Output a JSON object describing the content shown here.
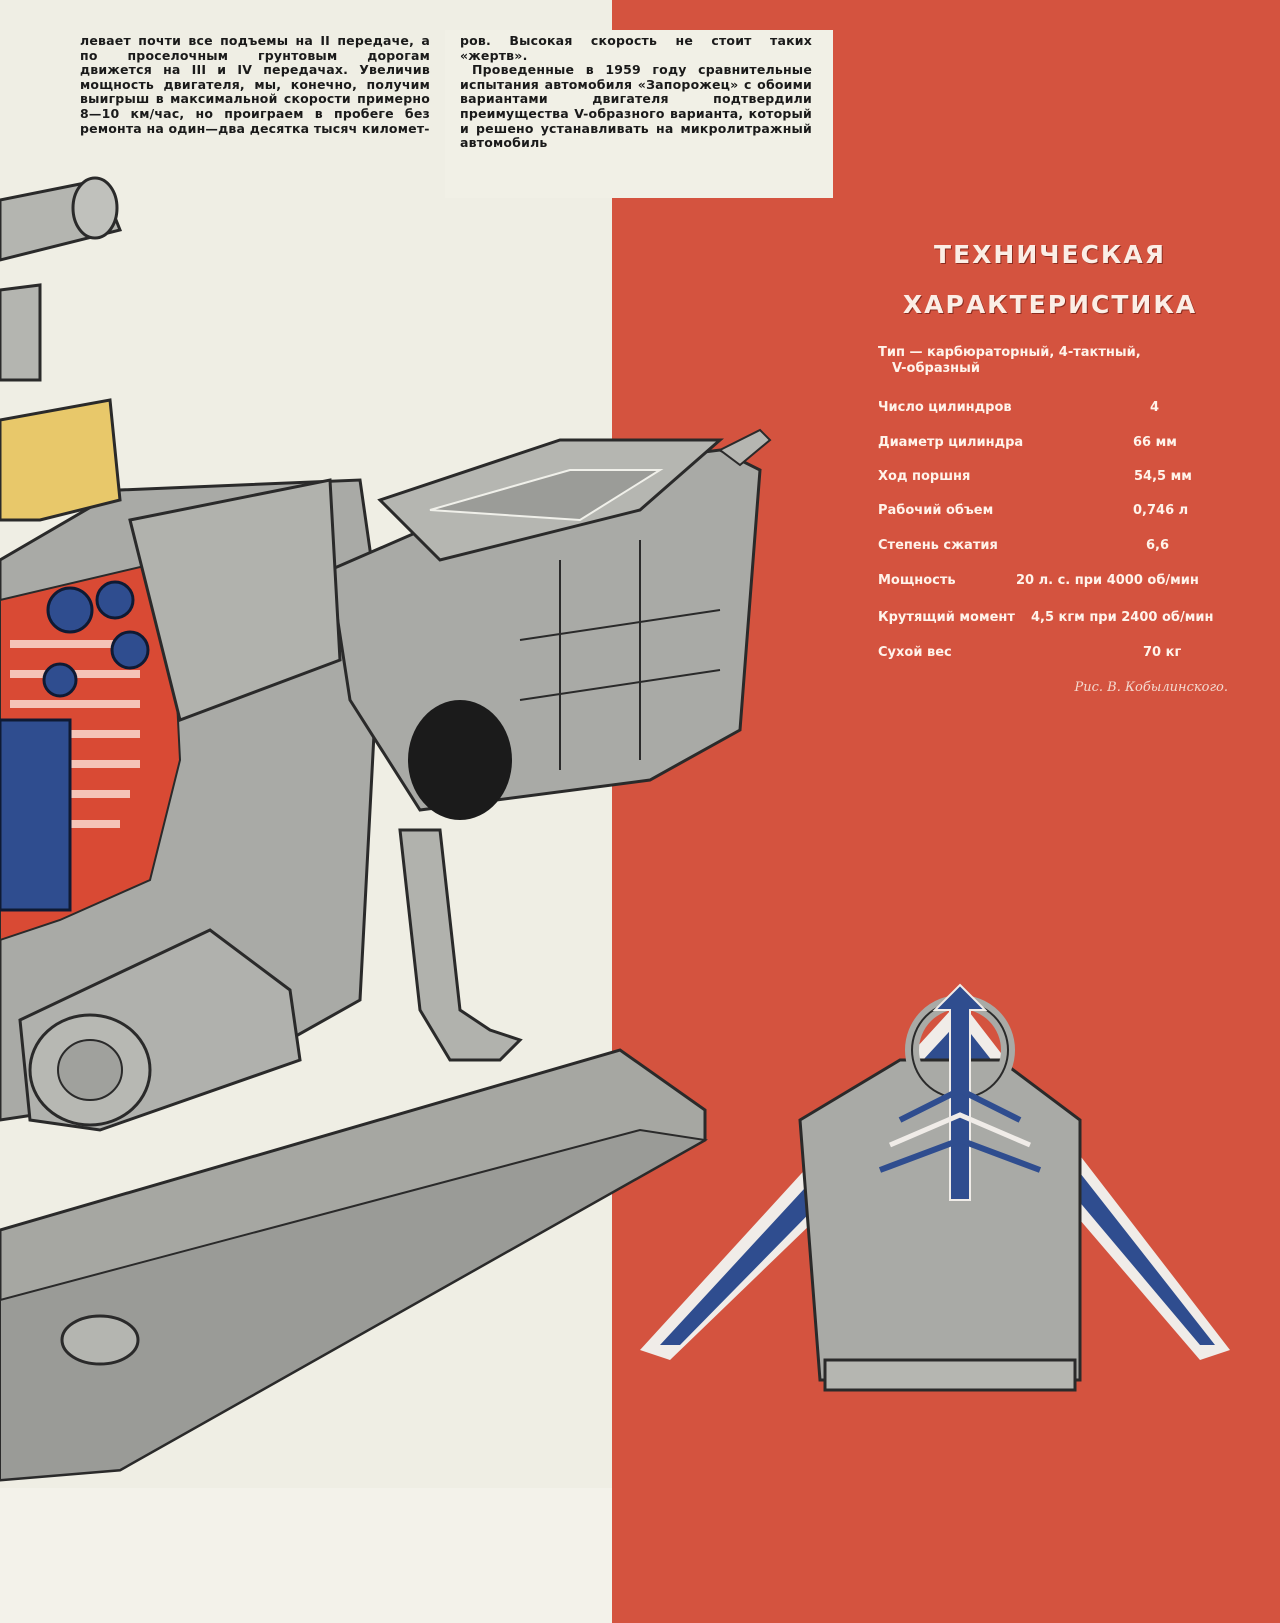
{
  "article": {
    "column_left": "левает почти все подъемы на II передаче, а по проселочным грунтовым дорогам движется на III и IV передачах. Увеличив мощность двигателя, мы, конечно, получим выигрыш в максимальной скорости примерно 8—10 км/час, но проиграем в пробеге без ремонта на один—два десятка тысяч километ-",
    "column_right_p1": "ров. Высокая скорость не стоит таких «жертв».",
    "column_right_p2": "Проведенные в 1959 году сравнительные испытания автомобиля «Запорожец» с обоими вариантами двигателя подтвердили преимущества V-образного варианта, который и решено устанавливать на микролитражный автомобиль"
  },
  "specs": {
    "title_line1": "ТЕХНИЧЕСКАЯ",
    "title_line2": "ХАРАКТЕРИСТИКА",
    "type_line1": "Тип — карбюраторный, 4-тактный,",
    "type_line2": "V-образный",
    "rows": [
      {
        "label": "Число цилиндров",
        "value": "4"
      },
      {
        "label": "Диаметр цилиндра",
        "value": "66 мм"
      },
      {
        "label": "Ход поршня",
        "value": "54,5 мм"
      },
      {
        "label": "Рабочий объем",
        "value": "0,746 л"
      },
      {
        "label": "Степень сжатия",
        "value": "6,6"
      },
      {
        "label": "Мощность",
        "value": "20 л. с. при 4000 об/мин"
      },
      {
        "label": "Крутящий момент",
        "value": "4,5 кгм при 2400 об/мин"
      },
      {
        "label": "Сухой вес",
        "value": "70 кг"
      }
    ]
  },
  "credit": "Рис. В. Кобылинского.",
  "colors": {
    "paper": "#efeee4",
    "red_panel": "#d4533f",
    "metal_gray": "#a9aaa6",
    "accent_blue": "#2f4d8f",
    "accent_yellow": "#e8c86a"
  }
}
